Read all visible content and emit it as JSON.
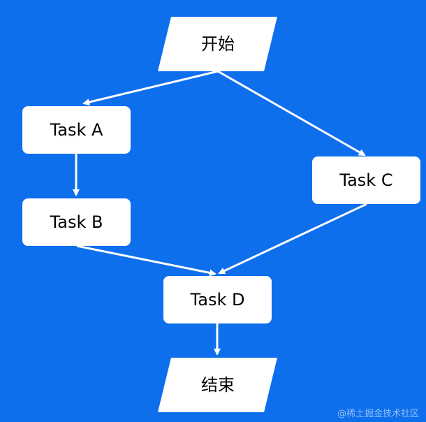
{
  "diagram": {
    "nodes": {
      "start": "开始",
      "task_a": "Task A",
      "task_b": "Task B",
      "task_c": "Task C",
      "task_d": "Task D",
      "end": "结束"
    }
  },
  "watermark": "@稀土掘金技术社区",
  "colors": {
    "background": "#0d6fec",
    "node_fill": "#ffffff",
    "edge": "#ffffff",
    "text": "#000000"
  }
}
